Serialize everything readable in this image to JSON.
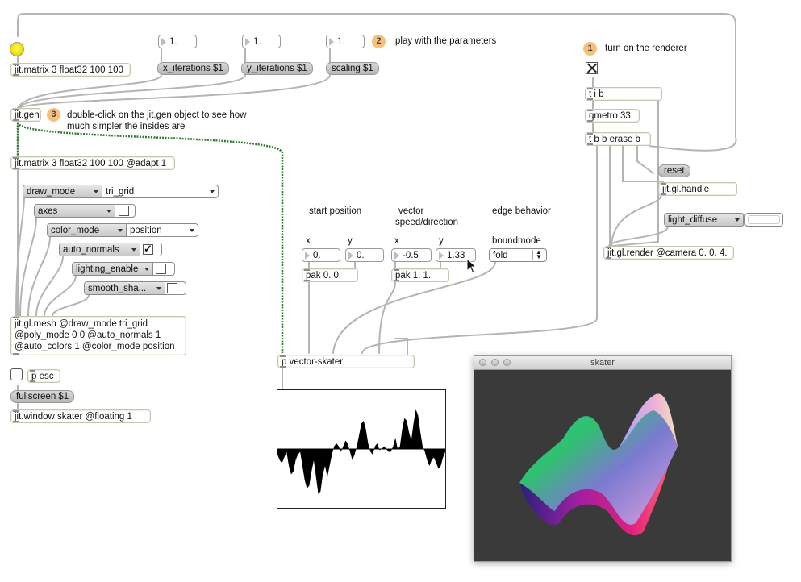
{
  "objects": {
    "matrix_init": "jit.matrix 3 float32 100 100",
    "jit_gen": "jit.gen",
    "matrix_adapt": "jit.matrix 3 float32 100 100 @adapt 1",
    "mesh": "jit.gl.mesh @draw_mode tri_grid @poly_mode 0 0 @auto_normals 1 @auto_colors 1 @color_mode position",
    "p_esc": "p esc",
    "window": "jit.window skater @floating 1",
    "t_i_b": "t i b",
    "qmetro": "qmetro 33",
    "t_b_b_erase": "t b b erase b",
    "gl_handle": "jit.gl.handle",
    "gl_render": "jit.gl.render @camera 0. 0. 4.",
    "pak_start": "pak 0. 0.",
    "pak_vector": "pak 1. 1.",
    "vector_skater": "p vector-skater"
  },
  "messages": {
    "x_iterations": "x_iterations $1",
    "y_iterations": "y_iterations $1",
    "scaling": "scaling $1",
    "fullscreen": "fullscreen $1",
    "reset": "reset"
  },
  "numbers": {
    "x_iter": "1.",
    "y_iter": "1.",
    "scaling": "1.",
    "start_x": "0.",
    "start_y": "0.",
    "vec_x": "-0.5",
    "vec_y": "1.33"
  },
  "attrs": {
    "draw_mode": {
      "name": "draw_mode",
      "value": "tri_grid"
    },
    "axes": {
      "name": "axes"
    },
    "color_mode": {
      "name": "color_mode",
      "value": "position"
    },
    "auto_normals": {
      "name": "auto_normals"
    },
    "lighting_enable": {
      "name": "lighting_enable"
    },
    "smooth_shading": {
      "name": "smooth_sha..."
    },
    "light_diffuse": {
      "name": "light_diffuse"
    }
  },
  "toggles": {
    "renderer": true,
    "axes": false,
    "auto_normals": true,
    "lighting": false,
    "smooth": false,
    "fullscreen": false
  },
  "comments": {
    "badge1": "1",
    "badge2": "2",
    "badge3": "3",
    "turn_on": "turn on the renderer",
    "play": "play with the parameters",
    "doubleclick": "double-click on the jit.gen object to see how much simpler the insides are",
    "start_position": "start position",
    "vector_line1": "vector",
    "vector_line2": "speed/direction",
    "edge_behavior": "edge behavior",
    "x1": "x",
    "y1": "y",
    "x2": "x",
    "y2": "y",
    "boundmode": "boundmode"
  },
  "umenu": {
    "value": "fold"
  },
  "window": {
    "title": "skater"
  },
  "colors": {
    "badge": "#f7c07a",
    "bang": "#f4dd00",
    "patchcord_jitter": "#2f7d2f",
    "window_bg": "#3a3a3a"
  },
  "scope": {
    "description": "signal waveform",
    "samples": [
      -0.1,
      -0.2,
      -0.25,
      -0.15,
      -0.05,
      -0.3,
      -0.45,
      -0.4,
      -0.2,
      -0.1,
      -0.05,
      -0.3,
      -0.55,
      -0.7,
      -0.65,
      -0.4,
      -0.2,
      -0.5,
      -0.8,
      -0.75,
      -0.45,
      -0.3,
      -0.5,
      -0.3,
      -0.1,
      0.05,
      0.1,
      0.05,
      -0.05,
      0.05,
      0.15,
      0.1,
      -0.05,
      -0.2,
      -0.1,
      0.05,
      0.25,
      0.45,
      0.5,
      0.35,
      0.1,
      -0.05,
      -0.1,
      0.05,
      0.1,
      -0.02,
      0.0,
      0.05,
      0.0,
      -0.05,
      -0.05,
      0.05,
      0.2,
      0.0,
      0.05,
      0.35,
      0.55,
      0.5,
      0.3,
      0.15,
      0.45,
      0.7,
      0.6,
      0.3,
      0.05,
      -0.05,
      -0.2,
      -0.3,
      -0.2,
      -0.15,
      -0.25,
      -0.35,
      -0.3,
      -0.15,
      -0.05
    ]
  }
}
